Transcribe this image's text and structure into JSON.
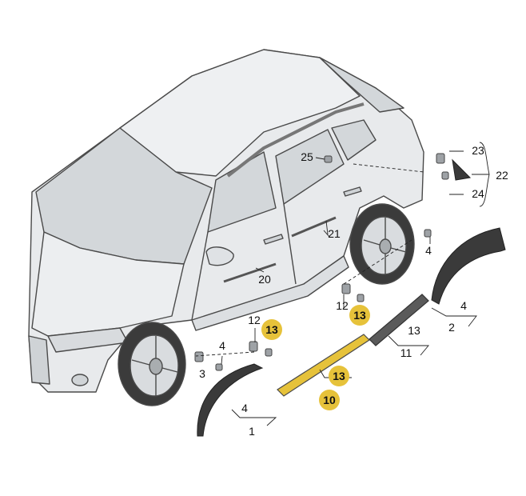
{
  "colors": {
    "background": "#ffffff",
    "car_body": "#e8eaec",
    "car_outline": "#4a4a4a",
    "glass": "#d3d7da",
    "highlight": "#e6c23a",
    "part_dark": "#3a3a3a"
  },
  "callouts": {
    "c1": "1",
    "c2": "2",
    "c3": "3",
    "c4a": "4",
    "c4b": "4",
    "c4c": "4",
    "c4d": "4",
    "c10": "10",
    "c11": "11",
    "c12a": "12",
    "c12b": "12",
    "c13a": "13",
    "c13b": "13",
    "c13c": "13",
    "c13d": "13",
    "c20": "20",
    "c21": "21",
    "c22": "22",
    "c23": "23",
    "c24": "24",
    "c25": "25"
  }
}
